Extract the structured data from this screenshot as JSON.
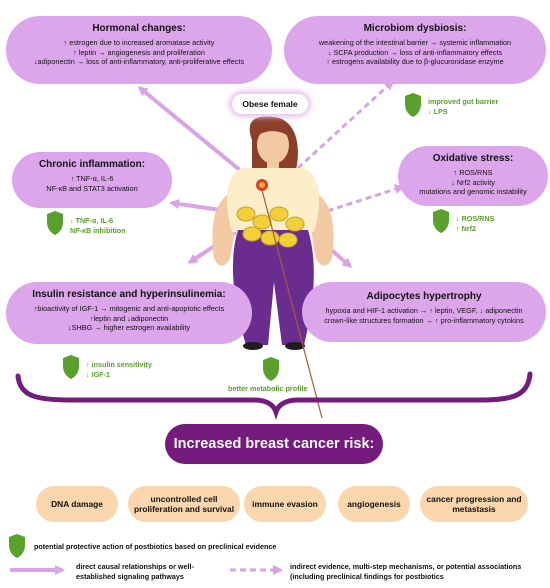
{
  "obese_label": "Obese female",
  "hormonal": {
    "title": "Hormonal changes:",
    "lines": [
      "↑ estrogen due to increased aromatase activity",
      "↑ leptin → angiogenesis and proliferation",
      "↓adiponectin → loss of anti-inflammatory, anti-proliferative effects"
    ]
  },
  "microbiom": {
    "title": "Microbiom dysbiosis:",
    "lines": [
      "weakening of the intestinal barrier → systemic inflammation",
      "↓ SCFA production → loss of anti-inflammatory effects",
      "↑ estrogens availability due to β-glucuronidase enzyme"
    ],
    "postbiotic": [
      "improved gut barrier",
      "↓ LPS"
    ]
  },
  "chronic": {
    "title": "Chronic inflammation:",
    "lines": [
      "↑ TNF-α, IL-6",
      "NF-κB and STAT3 activation"
    ],
    "postbiotic": [
      "↓ TNF-α, IL-6",
      "NF-κB inhibition"
    ]
  },
  "oxidative": {
    "title": "Oxidative stress:",
    "lines": [
      "↑ ROS/RNS",
      "↓ Nrf2 activity",
      "mutations and genomic instability"
    ],
    "postbiotic": [
      "↓ ROS/RNS",
      "↑ Nrf2"
    ]
  },
  "insulin": {
    "title": "Insulin resistance and hyperinsulinemia:",
    "lines": [
      "↑bioactivity of IGF-1 → mitogenic and anti-apoptotic effects",
      "↑leptin and ↓adiponectin",
      "↓SHBG → higher estrogen availability"
    ],
    "postbiotic": [
      "↑ insulin sensitivity",
      "↓ IGF-1"
    ]
  },
  "adipocytes": {
    "title": "Adipocytes hypertrophy",
    "lines": [
      "hypoxia and HIF-1 activation → ↑ leptin, VEGF, ↓ adiponectin",
      "crown-like structures formation → ↑ pro-inflammatory cytokins"
    ]
  },
  "metabolic_label": "better metabolic profile",
  "risk_banner": "Increased breast cancer risk:",
  "outcomes": [
    "DNA damage",
    "uncontrolled cell proliferation and survival",
    "immune evasion",
    "angiogenesis",
    "cancer progression and metastasis"
  ],
  "legend": {
    "shield": "potential protective action of postbiotics based on preclinical evidence",
    "solid": "direct causal relationships or well-established signaling pathways",
    "dashed": "indirect evidence, multi-step mechanisms, or potential associations (including preclinical findings for postbiotics"
  },
  "colors": {
    "cloud": "#dda6ec",
    "arrow": "#d9a2ea",
    "banner": "#741b7d",
    "shield": "#5aa12b",
    "outcome": "#fcd7ad"
  }
}
